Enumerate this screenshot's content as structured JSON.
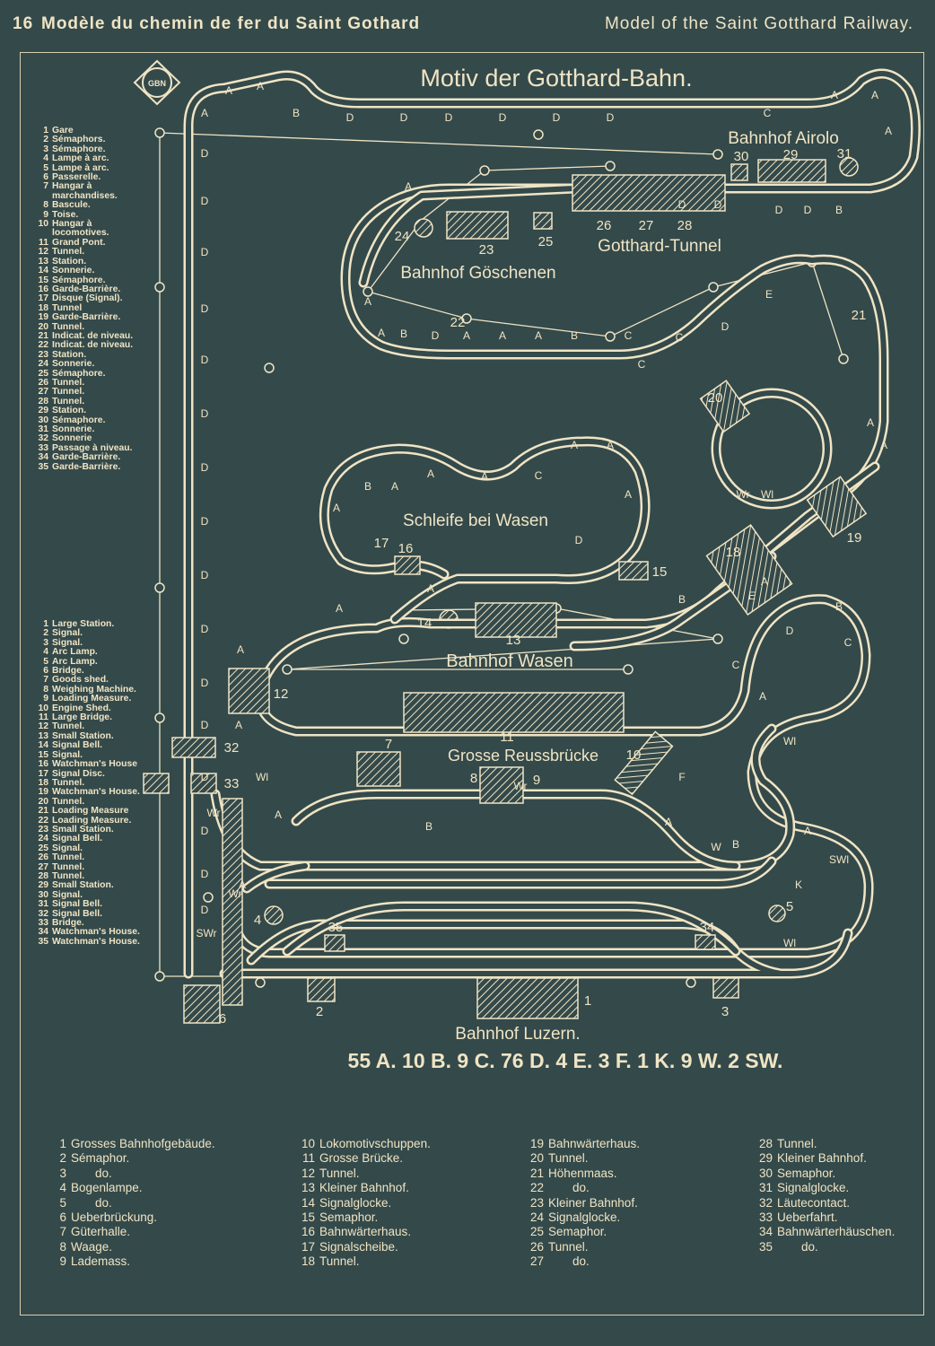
{
  "header": {
    "page_number": "16",
    "title_fr": "Modèle du chemin de fer du Saint Gothard",
    "title_en": "Model of the Saint Gotthard Railway."
  },
  "diagram": {
    "title": "Motiv der Gotthard-Bahn.",
    "logo": "GBN",
    "stations": {
      "airolo": "Bahnhof Airolo",
      "gotthard_tunnel": "Gotthard-Tunnel",
      "goeschenen": "Bahnhof Göschenen",
      "schleife": "Schleife bei Wasen",
      "wasen": "Bahnhof Wasen",
      "reussbruecke": "Grosse Reussbrücke",
      "luzern": "Bahnhof Luzern."
    },
    "summary": "55 A. 10 B. 9 C. 76 D. 4 E. 3 F. 1 K. 9 W. 2 SW.",
    "numbers": [
      "1",
      "2",
      "3",
      "4",
      "5",
      "6",
      "7",
      "8",
      "9",
      "10",
      "11",
      "12",
      "13",
      "14",
      "15",
      "16",
      "17",
      "18",
      "19",
      "20",
      "21",
      "22",
      "23",
      "24",
      "25",
      "26",
      "27",
      "28",
      "29",
      "30",
      "31",
      "32",
      "33",
      "34",
      "35"
    ],
    "track_markers": [
      "A",
      "A",
      "A",
      "B",
      "D",
      "D",
      "D",
      "D",
      "D",
      "D",
      "C",
      "A",
      "A",
      "A",
      "D",
      "D",
      "B",
      "D",
      "D",
      "D",
      "D",
      "D",
      "D",
      "D",
      "D",
      "D",
      "D",
      "D",
      "D",
      "D",
      "D",
      "D",
      "D",
      "D",
      "D",
      "A",
      "A",
      "B",
      "A",
      "C",
      "D",
      "A",
      "A",
      "A",
      "B",
      "C",
      "D",
      "E",
      "C",
      "B",
      "A",
      "A",
      "D",
      "A",
      "B",
      "A",
      "A",
      "A",
      "C",
      "A",
      "A",
      "A",
      "A",
      "E",
      "C",
      "F",
      "A",
      "B",
      "B",
      "K",
      "A",
      "A",
      "A",
      "A",
      "A",
      "A",
      "B",
      "C",
      "D",
      "A",
      "A",
      "Wl",
      "Wr",
      "SWl",
      "SWr",
      "Wr",
      "Wr",
      "Wl",
      "Wl",
      "W",
      "Wl",
      "Wr"
    ]
  },
  "legend_fr": [
    [
      "1",
      "Gare"
    ],
    [
      "2",
      "Sémaphors."
    ],
    [
      "3",
      "Sémaphore."
    ],
    [
      "4",
      "Lampe à arc."
    ],
    [
      "5",
      "Lampe à arc."
    ],
    [
      "6",
      "Passerelle."
    ],
    [
      "7",
      "Hangar à marchandises."
    ],
    [
      "8",
      "Bascule."
    ],
    [
      "9",
      "Toise."
    ],
    [
      "10",
      "Hangar à locomotives."
    ],
    [
      "11",
      "Grand Pont."
    ],
    [
      "12",
      "Tunnel."
    ],
    [
      "13",
      "Station."
    ],
    [
      "14",
      "Sonnerie."
    ],
    [
      "15",
      "Sémaphore."
    ],
    [
      "16",
      "Garde-Barrière."
    ],
    [
      "17",
      "Disque (Signal)."
    ],
    [
      "18",
      "Tunnel"
    ],
    [
      "19",
      "Garde-Barrière."
    ],
    [
      "20",
      "Tunnel."
    ],
    [
      "21",
      "Indicat. de niveau."
    ],
    [
      "22",
      "Indicat. de niveau."
    ],
    [
      "23",
      "Station."
    ],
    [
      "24",
      "Sonnerie."
    ],
    [
      "25",
      "Sémaphore."
    ],
    [
      "26",
      "Tunnel."
    ],
    [
      "27",
      "Tunnel."
    ],
    [
      "28",
      "Tunnel."
    ],
    [
      "29",
      "Station."
    ],
    [
      "30",
      "Sémaphore."
    ],
    [
      "31",
      "Sonnerie."
    ],
    [
      "32",
      "Sonnerie"
    ],
    [
      "33",
      "Passage à niveau."
    ],
    [
      "34",
      "Garde-Barrière."
    ],
    [
      "35",
      "Garde-Barrière."
    ]
  ],
  "legend_en": [
    [
      "1",
      "Large Station."
    ],
    [
      "2",
      "Signal."
    ],
    [
      "3",
      "Signal."
    ],
    [
      "4",
      "Arc Lamp."
    ],
    [
      "5",
      "Arc Lamp."
    ],
    [
      "6",
      "Bridge."
    ],
    [
      "7",
      "Goods shed."
    ],
    [
      "8",
      "Weighing Machine."
    ],
    [
      "9",
      "Loading Measure."
    ],
    [
      "10",
      "Engine Shed."
    ],
    [
      "11",
      "Large Bridge."
    ],
    [
      "12",
      "Tunnel."
    ],
    [
      "13",
      "Small Station."
    ],
    [
      "14",
      "Signal Bell."
    ],
    [
      "15",
      "Signal."
    ],
    [
      "16",
      "Watchman's House"
    ],
    [
      "17",
      "Signal Disc."
    ],
    [
      "18",
      "Tunnel."
    ],
    [
      "19",
      "Watchman's House."
    ],
    [
      "20",
      "Tunnel."
    ],
    [
      "21",
      "Loading Measure"
    ],
    [
      "22",
      "Loading Measure."
    ],
    [
      "23",
      "Small Station."
    ],
    [
      "24",
      "Signal Bell."
    ],
    [
      "25",
      "Signal."
    ],
    [
      "26",
      "Tunnel."
    ],
    [
      "27",
      "Tunnel."
    ],
    [
      "28",
      "Tunnel."
    ],
    [
      "29",
      "Small Station."
    ],
    [
      "30",
      "Signal."
    ],
    [
      "31",
      "Signal Bell."
    ],
    [
      "32",
      "Signal Bell."
    ],
    [
      "33",
      "Bridge."
    ],
    [
      "34",
      "Watchman's House."
    ],
    [
      "35",
      "Watchman's House."
    ]
  ],
  "legend_de": [
    [
      [
        "1",
        "Grosses Bahnhofgebäude."
      ],
      [
        "2",
        "Sémaphor."
      ],
      [
        "3",
        "do."
      ],
      [
        "4",
        "Bogenlampe."
      ],
      [
        "5",
        "do."
      ],
      [
        "6",
        "Ueberbrückung."
      ],
      [
        "7",
        "Güterhalle."
      ],
      [
        "8",
        "Waage."
      ],
      [
        "9",
        "Lademass."
      ]
    ],
    [
      [
        "10",
        "Lokomotivschuppen."
      ],
      [
        "11",
        "Grosse Brücke."
      ],
      [
        "12",
        "Tunnel."
      ],
      [
        "13",
        "Kleiner Bahnhof."
      ],
      [
        "14",
        "Signalglocke."
      ],
      [
        "15",
        "Semaphor."
      ],
      [
        "16",
        "Bahnwärterhaus."
      ],
      [
        "17",
        "Signalscheibe."
      ],
      [
        "18",
        "Tunnel."
      ]
    ],
    [
      [
        "19",
        "Bahnwärterhaus."
      ],
      [
        "20",
        "Tunnel."
      ],
      [
        "21",
        "Höhenmaas."
      ],
      [
        "22",
        "do."
      ],
      [
        "23",
        "Kleiner Bahnhof."
      ],
      [
        "24",
        "Signalglocke."
      ],
      [
        "25",
        "Semaphor."
      ],
      [
        "26",
        "Tunnel."
      ],
      [
        "27",
        "do."
      ]
    ],
    [
      [
        "28",
        "Tunnel."
      ],
      [
        "29",
        "Kleiner Bahnhof."
      ],
      [
        "30",
        "Semaphor."
      ],
      [
        "31",
        "Signalglocke."
      ],
      [
        "32",
        "Läutecontact."
      ],
      [
        "33",
        "Ueberfahrt."
      ],
      [
        "34",
        "Bahnwärterhäuschen."
      ],
      [
        "35",
        "do."
      ]
    ]
  ],
  "colors": {
    "background": "#34494a",
    "ink": "#efe4c4"
  }
}
